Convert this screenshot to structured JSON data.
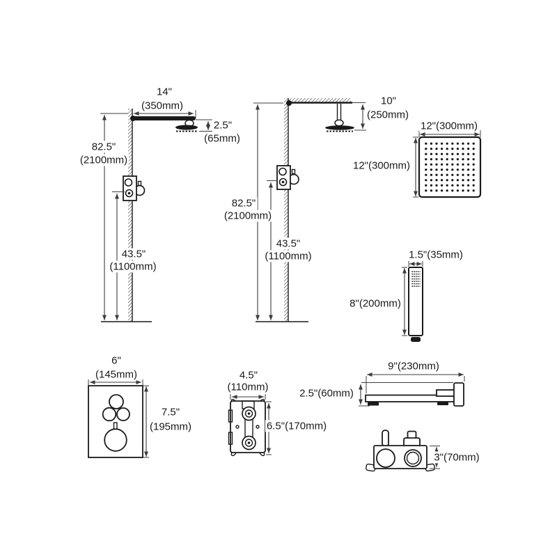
{
  "colors": {
    "line": "#1a1a1a",
    "dimension": "#3d3d3d",
    "text": "#1a1a1a",
    "background": "#ffffff"
  },
  "wall_shower": {
    "arm_length_in": "14\"",
    "arm_length_mm": "(350mm)",
    "head_height_in": "2.5\"",
    "head_height_mm": "(65mm)",
    "total_height_in": "82.5\"",
    "total_height_mm": "(2100mm)",
    "valve_height_in": "43.5\"",
    "valve_height_mm": "(1100mm)"
  },
  "ceiling_shower": {
    "drop_length_in": "10\"",
    "drop_length_mm": "(250mm)",
    "total_height_in": "82.5\"",
    "total_height_mm": "(2100mm)",
    "valve_height_in": "43.5\"",
    "valve_height_mm": "(1100mm)"
  },
  "square_head": {
    "width": "12\"(300mm)",
    "height": "12\"(300mm)"
  },
  "hand_shower": {
    "width": "1.5\"(35mm)",
    "height": "8\"(200mm)"
  },
  "control_panel": {
    "width_in": "6\"",
    "width_mm": "(145mm)",
    "height_in": "7.5\"",
    "height_mm": "(195mm)"
  },
  "rough_in_valve": {
    "width_in": "4.5\"",
    "width_mm": "(110mm)",
    "height": "6.5\"(170mm)"
  },
  "tub_spout": {
    "length": "9\"(230mm)",
    "height": "2.5\"(60mm)"
  },
  "deck_valve": {
    "height": "3\"(70mm)"
  }
}
